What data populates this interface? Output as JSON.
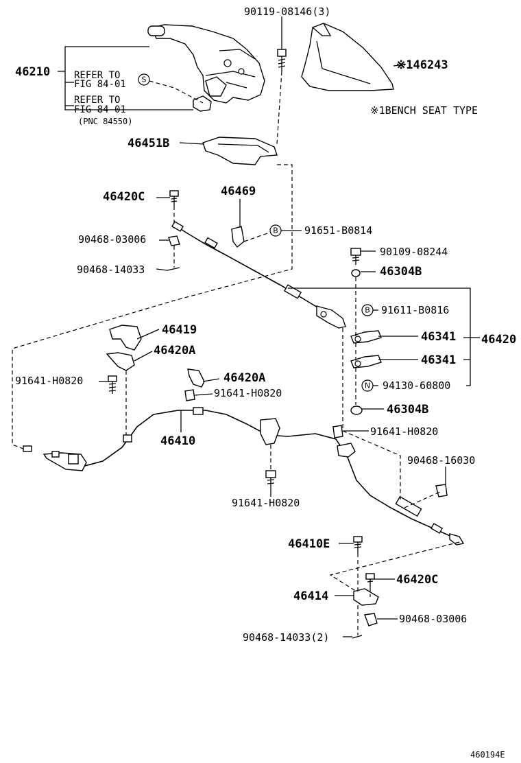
{
  "labels": {
    "p90119": "90119-08146(3)",
    "p46243": "※146243",
    "bench_note": "※1BENCH SEAT TYPE",
    "p46210": "46210",
    "refer1_l1": "REFER TO",
    "refer1_l2": "FIG 84-01",
    "refer2_l1": "REFER TO",
    "refer2_l2": "FIG 84-01",
    "refer2_l3": "(PNC 84550)",
    "p46451b": "46451B",
    "p46420c_top": "46420C",
    "p46469": "46469",
    "p91651": "91651-B0814",
    "p90468_03006_top": "90468-03006",
    "p90468_14033_top": "90468-14033",
    "p90109": "90109-08244",
    "p46304b_top": "46304B",
    "p91611": "91611-B0816",
    "p46341_a": "46341",
    "p46420": "46420",
    "p46341_b": "46341",
    "p94130": "94130-60800",
    "p46304b_bot": "46304B",
    "p46419": "46419",
    "p46420a_left": "46420A",
    "p91641_left": "91641-H0820",
    "p46420a_mid": "46420A",
    "p91641_mid": "91641-H0820",
    "p46410": "46410",
    "p91641_right": "91641-H0820",
    "p90468_16030": "90468-16030",
    "p91641_bot": "91641-H0820",
    "p46410e": "46410E",
    "p46420c_bot": "46420C",
    "p46414": "46414",
    "p90468_03006_bot": "90468-03006",
    "p90468_14033_bot": "90468-14033(2)",
    "fig_id": "460194E"
  },
  "symbols": {
    "s": "S",
    "b1": "B",
    "b2": "B",
    "n": "N"
  }
}
